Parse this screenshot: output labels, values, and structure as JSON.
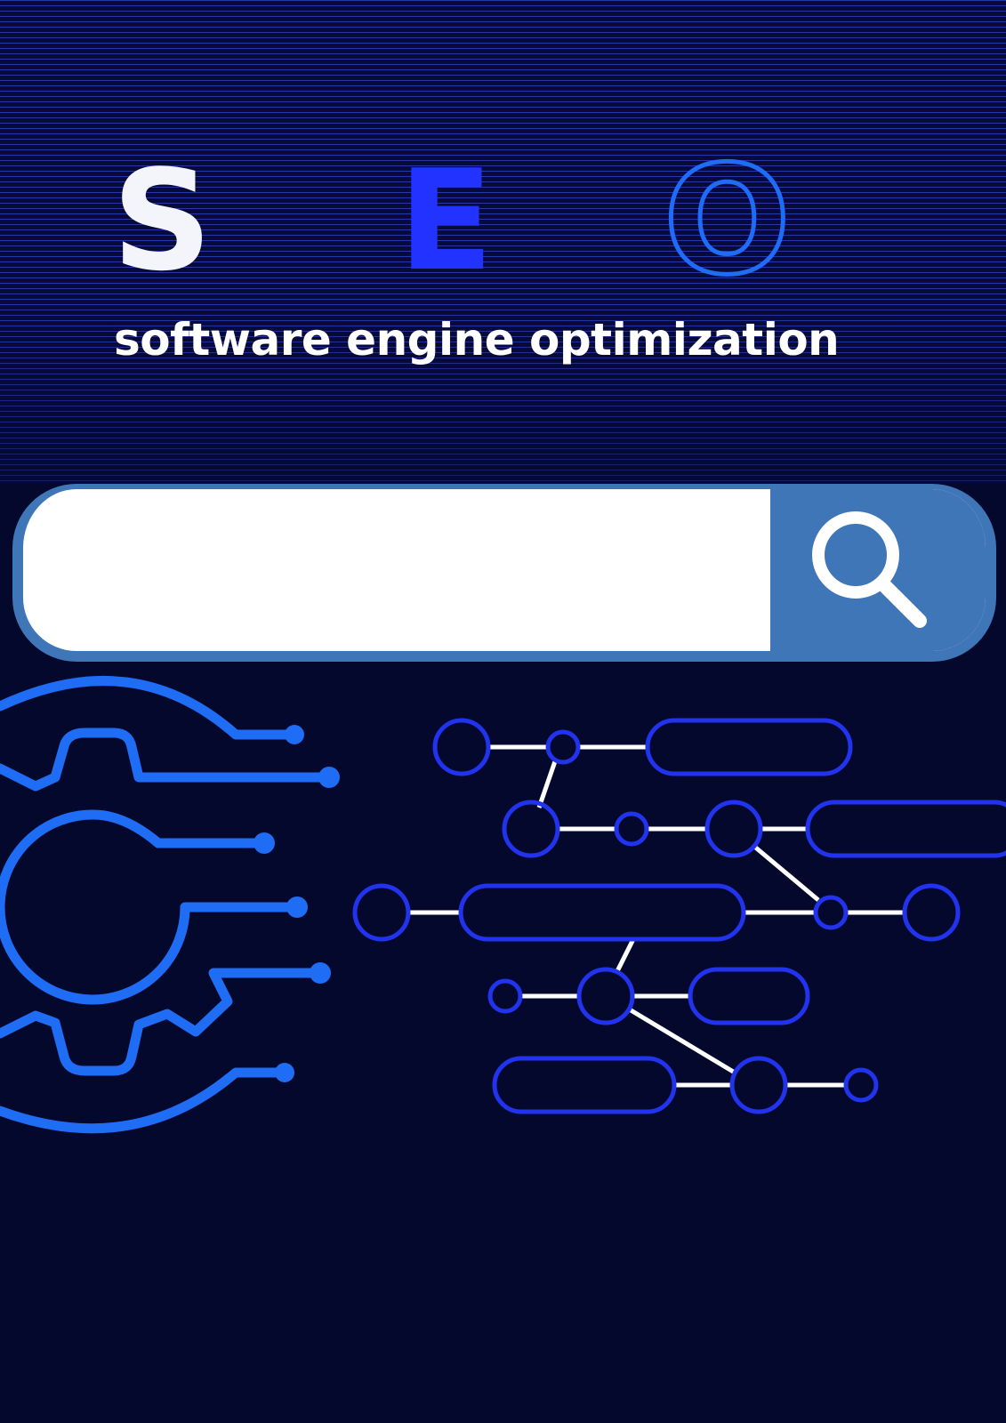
{
  "hero": {
    "letter_s": "S",
    "letter_e": "E",
    "letter_o": "O",
    "subtitle": "software engine optimization"
  },
  "search": {
    "placeholder": "",
    "button_icon": "magnifier-icon"
  },
  "colors": {
    "background": "#03082c",
    "stripe": "#405cff",
    "accent_blue": "#2233ff",
    "gear_blue": "#1f6cf5",
    "search_border": "#3e76b8",
    "white": "#ffffff"
  },
  "icons": [
    "gear-circuit-icon",
    "network-diagram-icon",
    "magnifier-icon"
  ]
}
